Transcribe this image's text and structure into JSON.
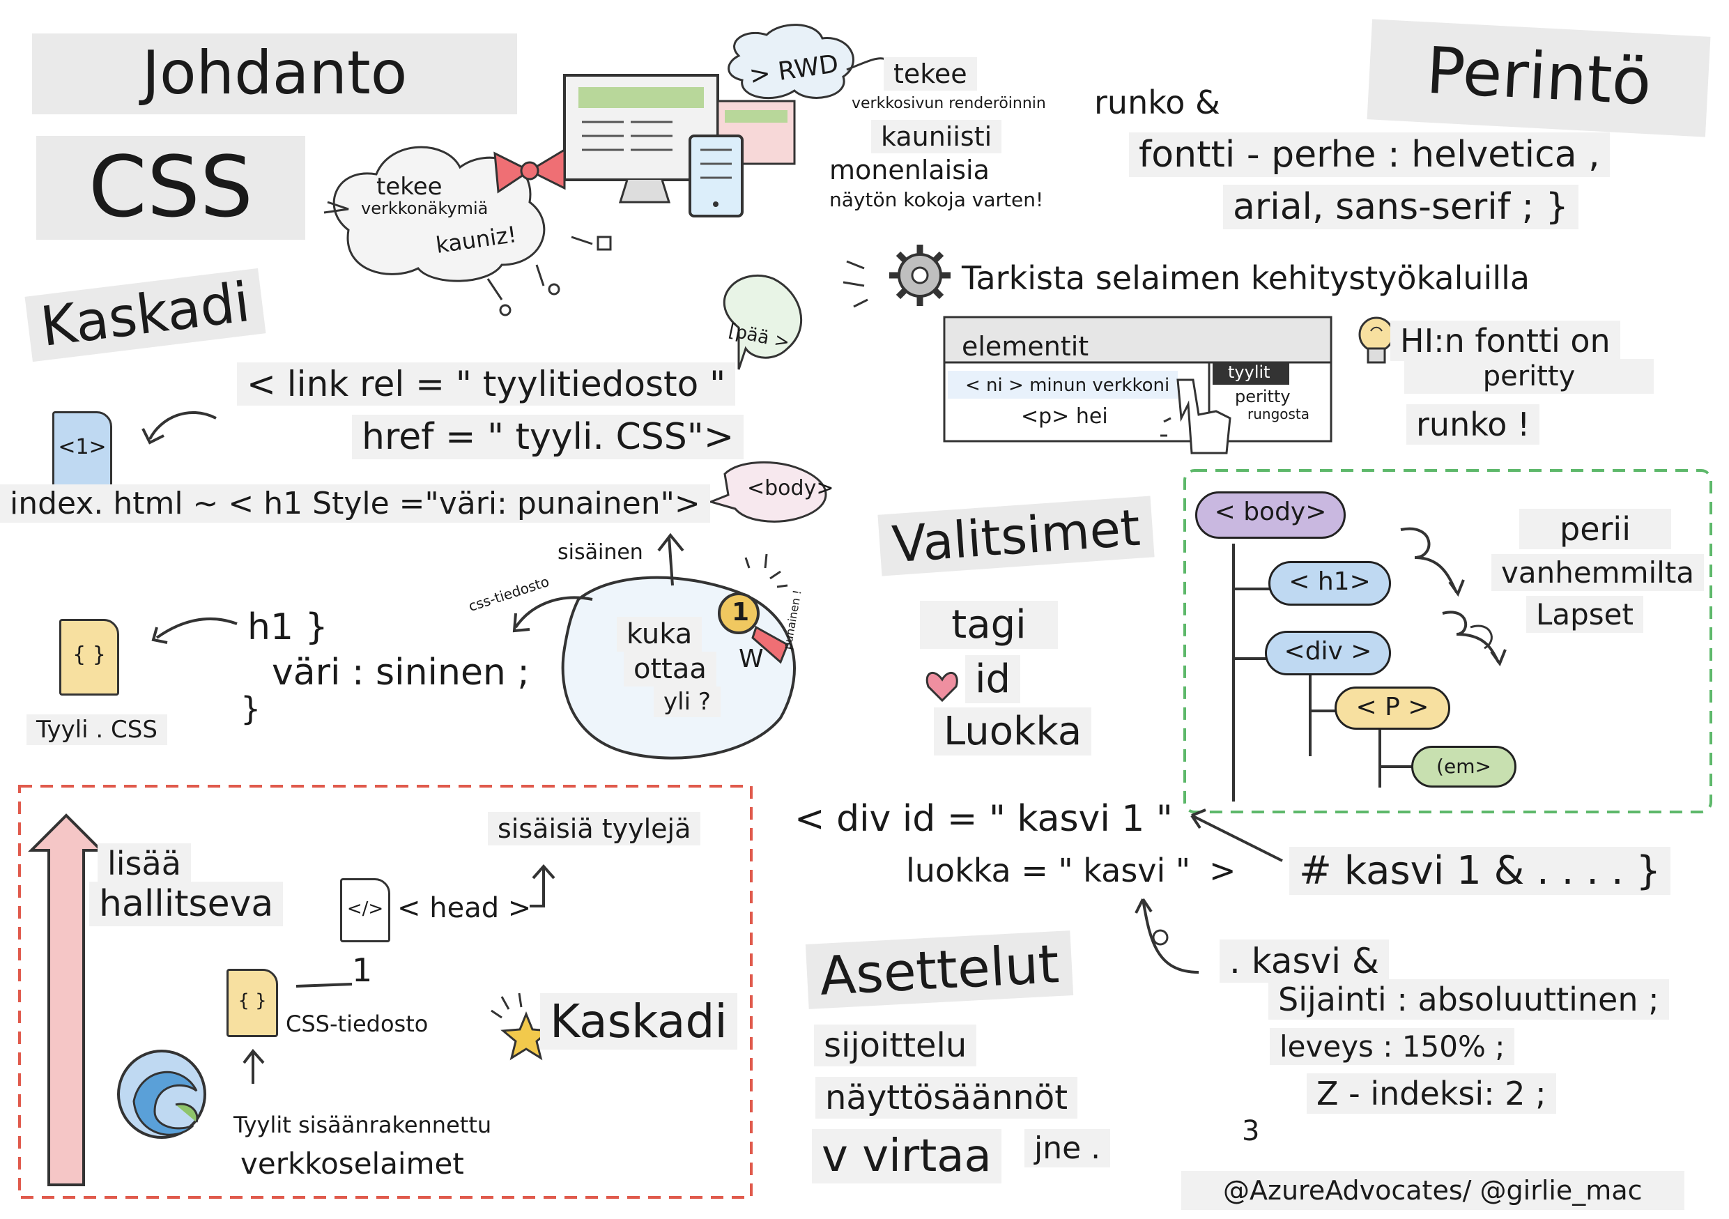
{
  "intro": {
    "title": "Johdanto",
    "subtitle": "CSS"
  },
  "cloud": {
    "line1": "tekee",
    "line2": "verkkonäkymiä",
    "line3": "kauniz!"
  },
  "rwd": {
    "bubble": "> RWD",
    "line1": "tekee",
    "line2": "verkkosivun renderöinnin",
    "line3": "kauniisti",
    "line4": "monenlaisia",
    "line5": "näytön kokoja varten!"
  },
  "inheritance": {
    "title": "Perintö",
    "code1": "runko &",
    "code2": "fontti - perhe : helvetica ,",
    "code3": "arial, sans-serif ; }",
    "devtools": "Tarkista selaimen kehitystyökaluilla",
    "panel_elements": "elementit",
    "panel_row1": "< ni > minun verkkoni",
    "panel_row2": "<p> hei",
    "panel_tab": "tyylit",
    "panel_note1": "peritty",
    "panel_note2": "rungosta",
    "tip1": "HI:n fontti on",
    "tip2": "peritty",
    "tip3": "runko !",
    "tree_body": "< body>",
    "tree_h1": "< h1>",
    "tree_div": "<div >",
    "tree_p": "< P >",
    "tree_em": "(em>",
    "note1": "perii",
    "note2": "vanhemmilta",
    "note3": "Lapset"
  },
  "cascade": {
    "title": "Kaskadi",
    "head_bubble": "[pää >",
    "link1": "< link rel = \" tyylitiedosto \"",
    "link2": "href = \" tyyli. CSS\">",
    "doc1": "<1>",
    "inline": "index. html ~ < h1 Style =\"väri: punainen\">",
    "body_bubble": "<body>",
    "internal": "sisäinen",
    "css_file": "css-tiedosto",
    "who1": "kuka",
    "who2": "ottaa",
    "who3": "yli ?",
    "medal_letter": "W",
    "medal_note": "punainen !",
    "medal_num": "1",
    "rule1": "h1 }",
    "rule2": "väri : sininen ;",
    "rule3": "}",
    "css_doc": "{ }",
    "css_doc_label": "Tyyli . CSS"
  },
  "box": {
    "dominant1": "lisää",
    "dominant2": "hallitseva",
    "internal_styles": "sisäisiä tyylejä",
    "head": "< head >",
    "head_doc": "</>",
    "one": "1",
    "css_doc": "{ }",
    "css_file": "CSS-tiedosto",
    "cascade": "Kaskadi",
    "builtin": "Tyylit sisäänrakennettu",
    "browsers": "verkkoselaimet"
  },
  "selectors": {
    "title": "Valitsimet",
    "tag": "tagi",
    "id": "id",
    "class": "Luokka",
    "div1": "< div id = \" kasvi 1 \"",
    "div2": "luokka = \" kasvi \"",
    "div_end": ">",
    "id_rule": "# kasvi 1 & . . . . }"
  },
  "layouts": {
    "title": "Asettelut",
    "item1": "sijoittelu",
    "item2": "näyttösäännöt",
    "item3": "v virtaa",
    "item4": "jne .",
    "rule1": ". kasvi &",
    "rule2": "Sijainti : absoluuttinen ;",
    "rule3": "leveys : 150% ;",
    "rule4": "Z - indeksi: 2 ;",
    "rule5": "3"
  },
  "credit": "@AzureAdvocates/ @girlie_mac",
  "colors": {
    "purple": "#c9b8e0",
    "blue": "#bfd9f2",
    "yellow": "#f7e0a0",
    "green": "#c8e0b0",
    "red_dash": "#e05a4c",
    "green_dash": "#5db86a",
    "arrow_pink": "#f5c6c6",
    "bow_red": "#ef6f74"
  },
  "icons": [
    "gear-icon",
    "lightbulb-icon",
    "pointer-hand-icon",
    "heart-icon",
    "star-icon",
    "browser-logo-icon",
    "medal-icon",
    "bow-icon",
    "monitor-icon",
    "phone-icon"
  ]
}
